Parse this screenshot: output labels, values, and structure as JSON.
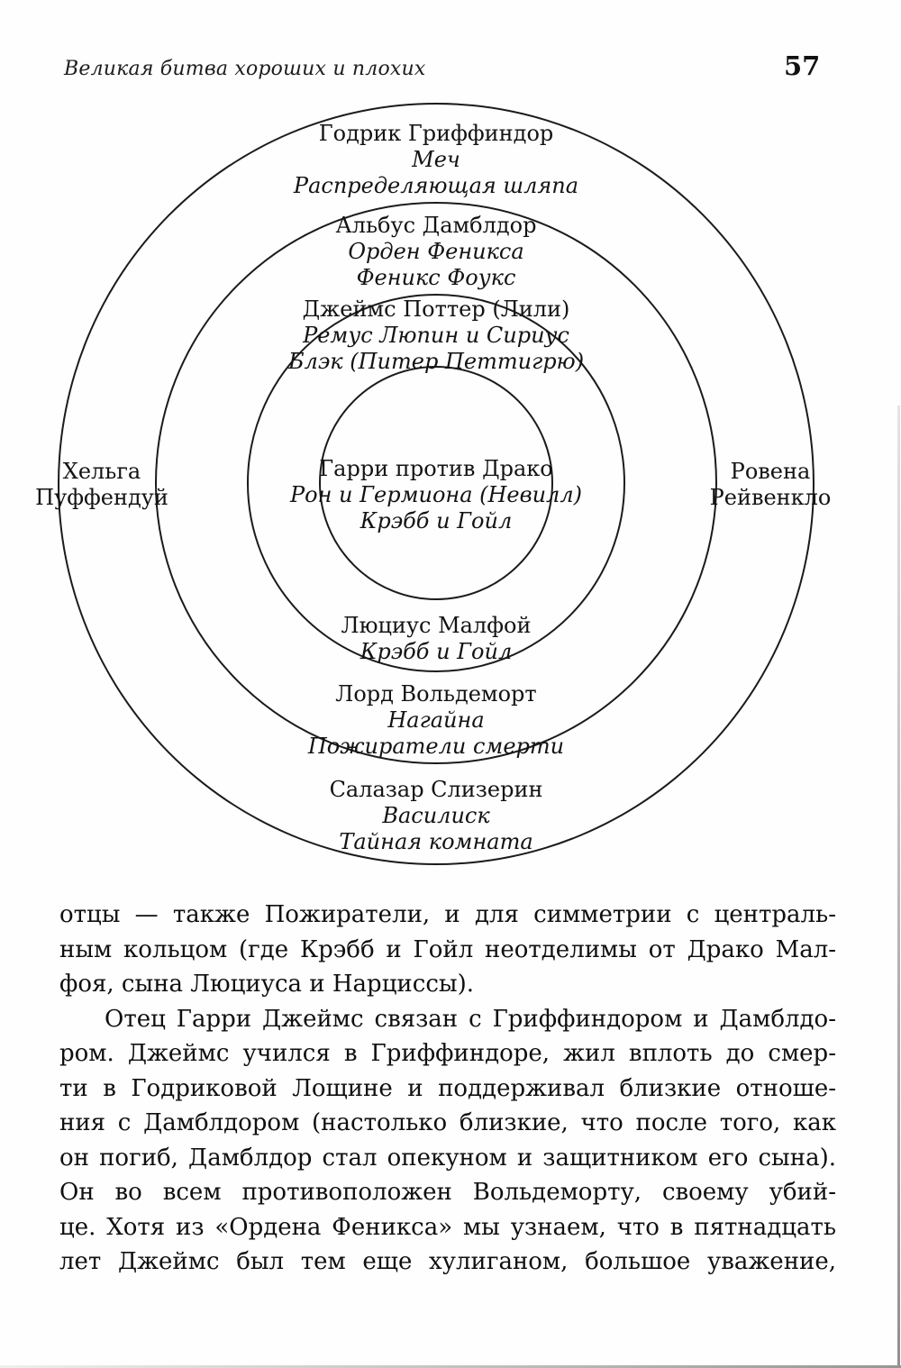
{
  "page": {
    "running_head": "Великая битва хороших и плохих",
    "page_number": "57"
  },
  "diagram": {
    "ring_labels": [
      {
        "id": "gryffindor",
        "position": "outer-top",
        "lines": [
          {
            "text": "Годрик Гриффиндор",
            "italic": false
          },
          {
            "text": "Меч",
            "italic": true
          },
          {
            "text": "Распределяющая шляпа",
            "italic": true
          }
        ]
      },
      {
        "id": "dumbledore",
        "position": "ring2-top",
        "lines": [
          {
            "text": "Альбус Дамблдор",
            "italic": false
          },
          {
            "text": "Орден Феникса",
            "italic": true
          },
          {
            "text": "Феникс Фоукс",
            "italic": true
          }
        ]
      },
      {
        "id": "james-potter",
        "position": "ring3-top",
        "lines": [
          {
            "text": "Джеймс Поттер (Лили)",
            "italic": false
          },
          {
            "text": "Ремус Люпин и Сириус",
            "italic": true
          },
          {
            "text": "Блэк (Питер Петтигрю)",
            "italic": true
          }
        ]
      },
      {
        "id": "harry-vs-draco",
        "position": "center",
        "lines": [
          {
            "text": "Гарри против Драко",
            "italic": false
          },
          {
            "text": "Рон и Гермиона (Невилл)",
            "italic": true
          },
          {
            "text": "Крэбб и Гойл",
            "italic": true
          }
        ]
      },
      {
        "id": "lucius-malfoy",
        "position": "ring3-bottom",
        "lines": [
          {
            "text": "Люциус Малфой",
            "italic": false
          },
          {
            "text": "Крэбб и Гойл",
            "italic": true
          }
        ]
      },
      {
        "id": "voldemort",
        "position": "ring2-bottom",
        "lines": [
          {
            "text": "Лорд Вольдеморт",
            "italic": false
          },
          {
            "text": "Нагайна",
            "italic": true
          },
          {
            "text": "Пожиратели смерти",
            "italic": true
          }
        ]
      },
      {
        "id": "slytherin",
        "position": "outer-bottom",
        "lines": [
          {
            "text": "Салазар Слизерин",
            "italic": false
          },
          {
            "text": "Василиск",
            "italic": true
          },
          {
            "text": "Тайная комната",
            "italic": true
          }
        ]
      }
    ],
    "side_labels": [
      {
        "id": "hufflepuff",
        "side": "left",
        "lines": [
          {
            "text": "Хельга",
            "italic": false
          },
          {
            "text": "Пуффендуй",
            "italic": false
          }
        ]
      },
      {
        "id": "ravenclaw",
        "side": "right",
        "lines": [
          {
            "text": "Ровена",
            "italic": false
          },
          {
            "text": "Рейвенкло",
            "italic": false
          }
        ]
      }
    ]
  },
  "body": {
    "paragraphs": [
      {
        "indent": false,
        "justify_last": false,
        "lines": [
          "отцы — также Пожиратели, и для симметрии с централь-",
          "ным кольцом (где Крэбб и Гойл неотделимы от Драко Мал-",
          "фоя, сына Люциуса и Нарциссы)."
        ]
      },
      {
        "indent": true,
        "justify_last": true,
        "lines": [
          "Отец Гарри Джеймс связан с Гриффиндором и Дамблдо-",
          "ром. Джеймс учился в Гриффиндоре, жил вплоть до смер-",
          "ти в Годриковой Лощине и поддерживал близкие отноше-",
          "ния с Дамблдором (настолько близкие, что после того, как",
          "он погиб, Дамблдор стал опекуном и защитником его сына).",
          "Он во всем противоположен Вольдеморту, своему убий-",
          "це. Хотя из «Ордена Феникса» мы узнаем, что в пятнадцать",
          "лет Джеймс был тем еще хулиганом, большое уважение,"
        ]
      }
    ]
  },
  "colors": {
    "paper": "#fefefe",
    "ink": "#141414",
    "circle_stroke": "#1b1b1b",
    "scan_edge": "#8f8f8f"
  }
}
